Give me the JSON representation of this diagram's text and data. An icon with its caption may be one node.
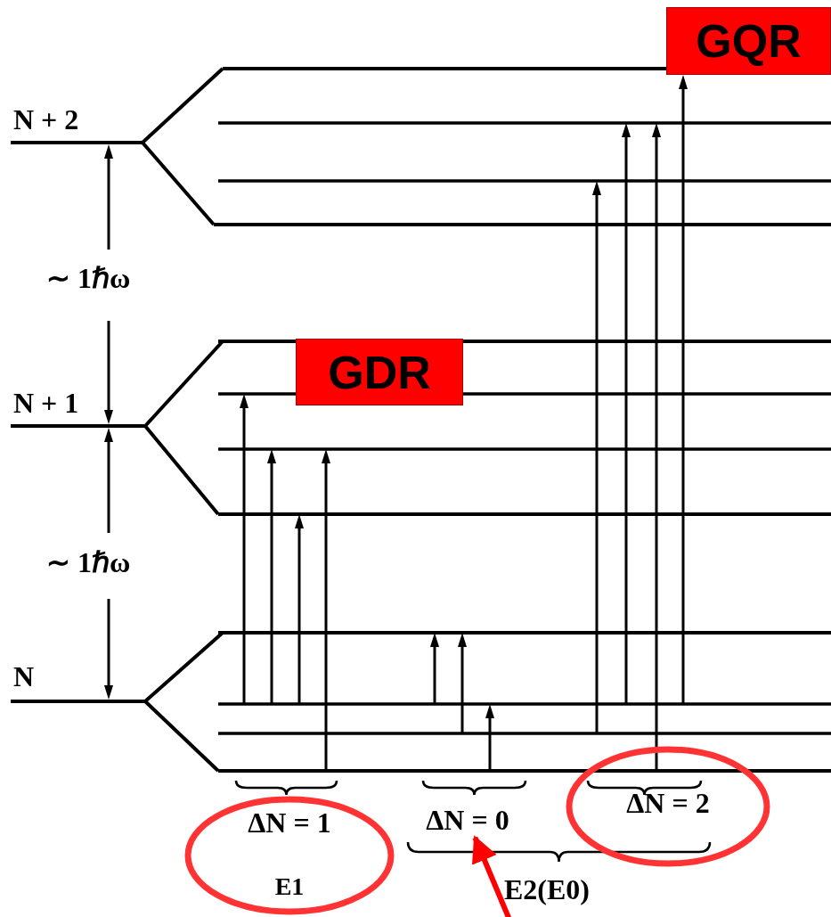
{
  "diagram": {
    "nodes": [
      {
        "text": [
          "GQR"
        ]
      },
      {
        "text": [
          "GDR"
        ]
      },
      {
        "text": [
          "ΔN = 1",
          "E1"
        ]
      },
      {
        "text": [
          "ΔN = 0"
        ]
      },
      {
        "text": [
          "ΔN = 2"
        ]
      }
    ],
    "edges": [
      {
        "from": null,
        "to": 3,
        "arrow": "to",
        "color": "#ff0000"
      }
    ],
    "labels": [
      "N + 2",
      "∼ 1ℏω",
      "N + 1",
      "∼ 1ℏω",
      "N",
      "E2(E0)"
    ]
  }
}
